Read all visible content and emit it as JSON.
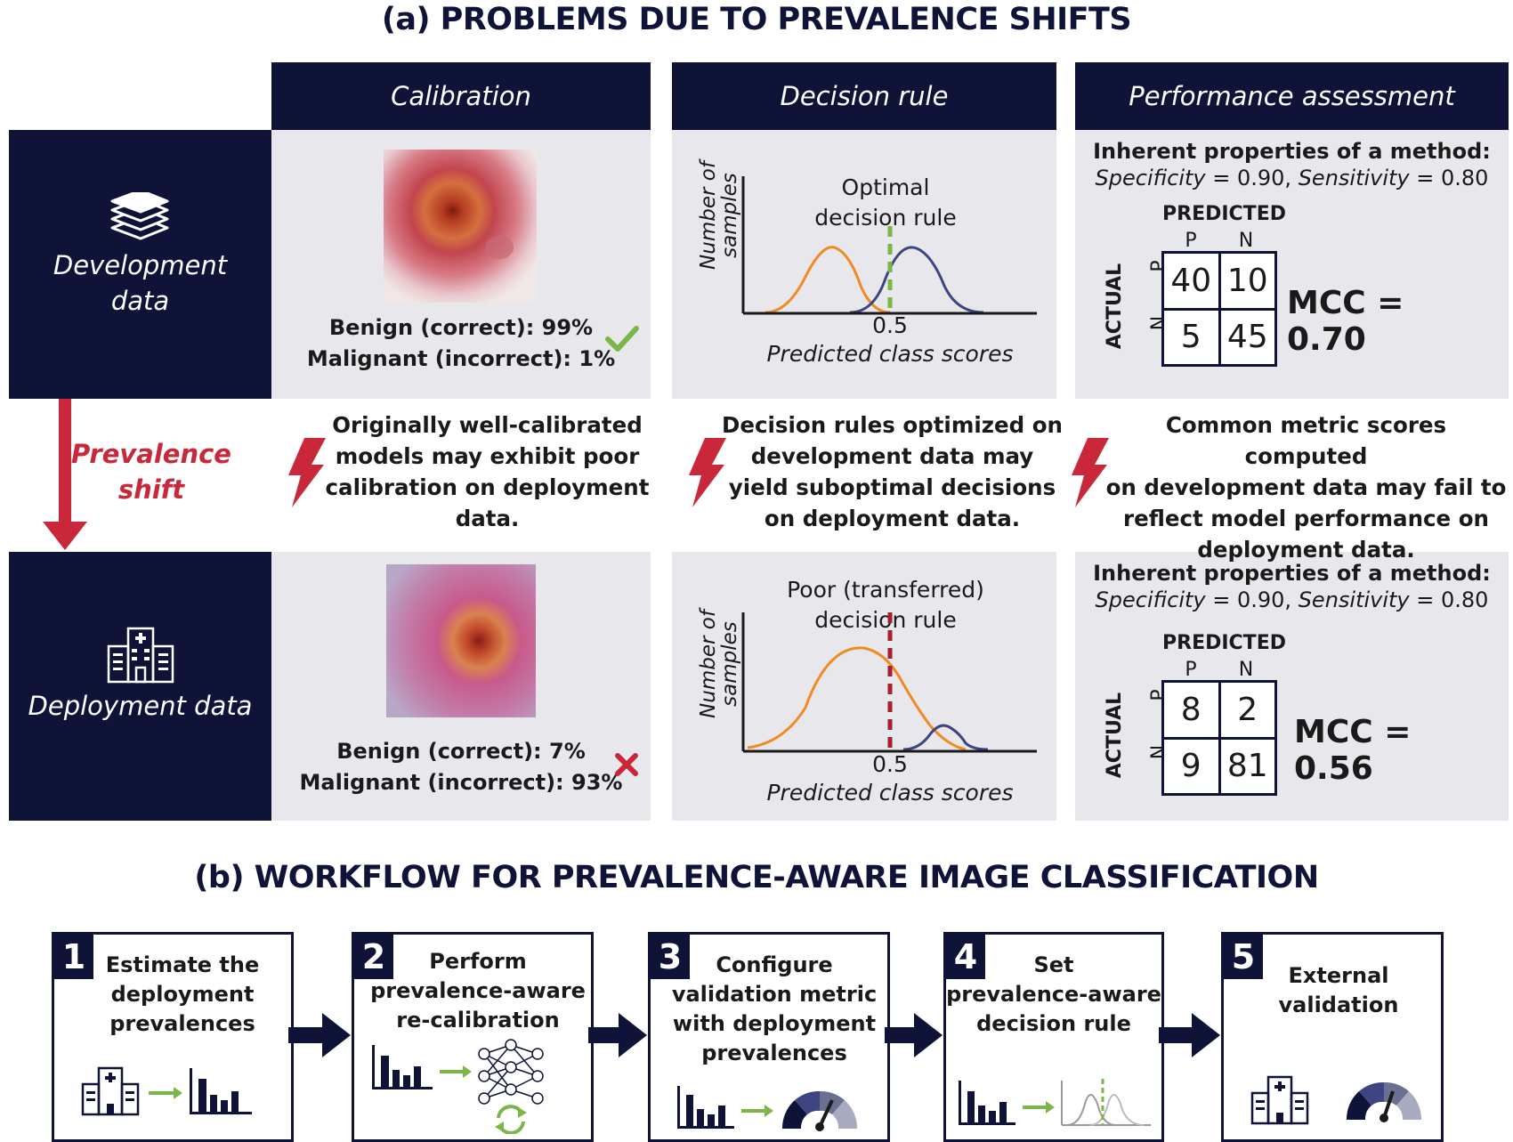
{
  "section_a_title": "(a) PROBLEMS DUE TO PREVALENCE SHIFTS",
  "section_b_title": "(b) WORKFLOW FOR PREVALENCE-AWARE IMAGE CLASSIFICATION",
  "columns": [
    "Calibration",
    "Decision rule",
    "Performance assessment"
  ],
  "rows": {
    "development": "Development data",
    "development_line1": "Development",
    "development_line2": "data",
    "deployment": "Deployment data"
  },
  "prevalence_shift": {
    "line1": "Prevalence",
    "line2": "shift"
  },
  "calibration": {
    "dev_line1": "Benign (correct): 99%",
    "dev_line2": "Malignant (incorrect): 1%",
    "dep_line1": "Benign (correct): 7%",
    "dep_line2": "Malignant (incorrect): 93%"
  },
  "decision_rule": {
    "dev_title_1": "Optimal",
    "dev_title_2": "decision rule",
    "dep_title_1": "Poor (transferred)",
    "dep_title_2": "decision rule",
    "ylabel_1": "Number of",
    "ylabel_2": "samples",
    "xlabel": "Predicted class scores",
    "tick": "0.5"
  },
  "performance": {
    "inherent_title": "Inherent properties of a method:",
    "spec_label": "Specificity",
    "spec_value": " = 0.90, ",
    "sens_label": "Sensitivity",
    "sens_value": " = 0.80",
    "predicted": "PREDICTED",
    "actual": "ACTUAL",
    "p": "P",
    "n": "N",
    "dev_matrix": [
      "40",
      "10",
      "5",
      "45"
    ],
    "dep_matrix": [
      "8",
      "2",
      "9",
      "81"
    ],
    "dev_mcc": "MCC = 0.70",
    "dep_mcc": "MCC = 0.56"
  },
  "problems": {
    "calibration": [
      "Originally well-calibrated",
      "models may exhibit poor",
      "calibration on deployment",
      "data."
    ],
    "decision_rule": [
      "Decision rules optimized on",
      "development data may",
      "yield suboptimal decisions",
      "on deployment data."
    ],
    "performance": [
      "Common metric scores computed",
      "on development data may fail to",
      "reflect model performance on",
      "deployment data."
    ]
  },
  "workflow": [
    {
      "num": "1",
      "lines": [
        "Estimate the",
        "deployment",
        "prevalences"
      ]
    },
    {
      "num": "2",
      "lines": [
        "Perform",
        "prevalence-aware",
        "re-calibration"
      ]
    },
    {
      "num": "3",
      "lines": [
        "Configure",
        "validation metric",
        "with deployment",
        "prevalences"
      ]
    },
    {
      "num": "4",
      "lines": [
        "Set",
        "prevalence-aware",
        "decision rule"
      ]
    },
    {
      "num": "5",
      "lines": [
        "External",
        "validation"
      ]
    }
  ],
  "colors": {
    "navy": "#0f1337",
    "red": "#c8283a",
    "orange": "#f08a24",
    "blue": "#3d4580",
    "green": "#7ab648",
    "panel": "#e8e8ec"
  }
}
